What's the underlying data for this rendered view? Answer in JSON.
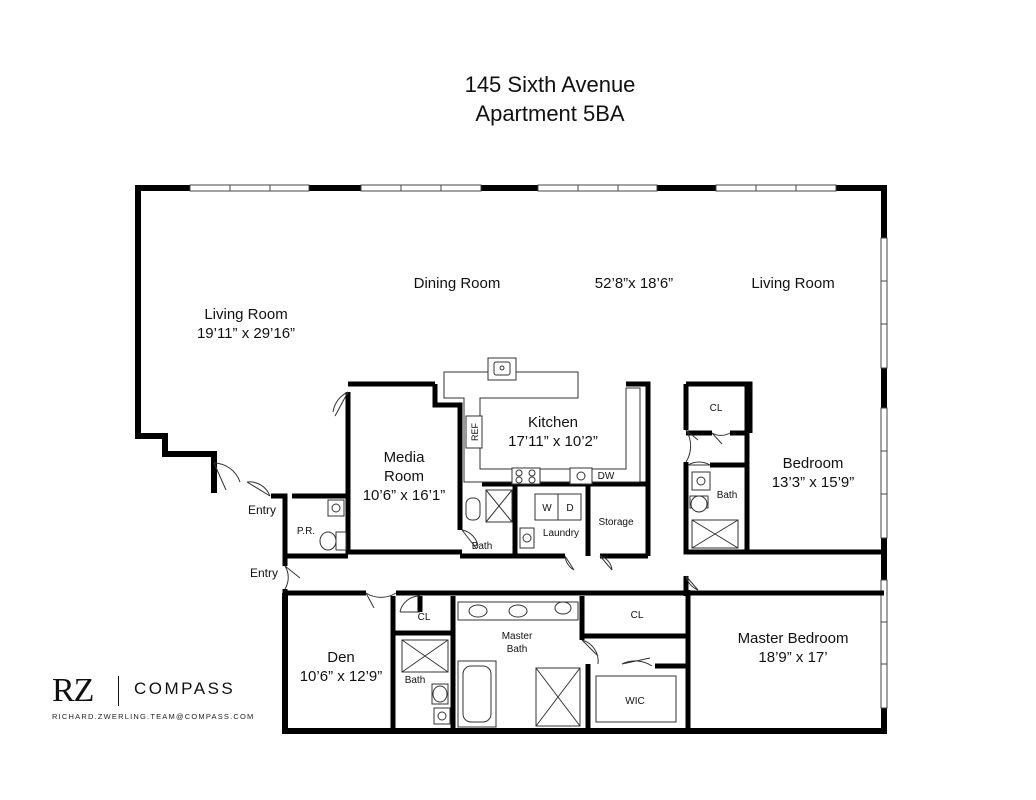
{
  "header": {
    "address": "145 Sixth Avenue",
    "unit": "Apartment 5BA"
  },
  "rooms": {
    "living_left": {
      "name": "Living Room",
      "dims": "19’11” x 29’16”"
    },
    "dining": {
      "name": "Dining Room"
    },
    "great_dims": "52’8”x 18’6”",
    "living_right": {
      "name": "Living Room"
    },
    "kitchen": {
      "name": "Kitchen",
      "dims": "17’11” x 10’2”"
    },
    "media": {
      "name1": "Media",
      "name2": "Room",
      "dims": "10’6” x 16’1”"
    },
    "bedroom": {
      "name": "Bedroom",
      "dims": "13’3” x 15’9”"
    },
    "master": {
      "name": "Master Bedroom",
      "dims": "18’9” x 17’"
    },
    "den": {
      "name": "Den",
      "dims": "10’6” x 12’9”"
    }
  },
  "small_labels": {
    "entry_top": "Entry",
    "entry_mid": "Entry",
    "pr": "P.R.",
    "bath_hall": "Bath",
    "laundry": "Laundry",
    "storage": "Storage",
    "cl_bed": "CL",
    "bath_bed": "Bath",
    "cl_den": "CL",
    "bath_den": "Bath",
    "master_bath_1": "Master",
    "master_bath_2": "Bath",
    "cl_master": "CL",
    "wic": "WIC",
    "ref": "REF",
    "dw": "DW",
    "w": "W",
    "d": "D"
  },
  "brand": {
    "logo": "RZ",
    "company": "COMPASS",
    "email": "RICHARD.ZWERLING.TEAM@COMPASS.COM"
  }
}
